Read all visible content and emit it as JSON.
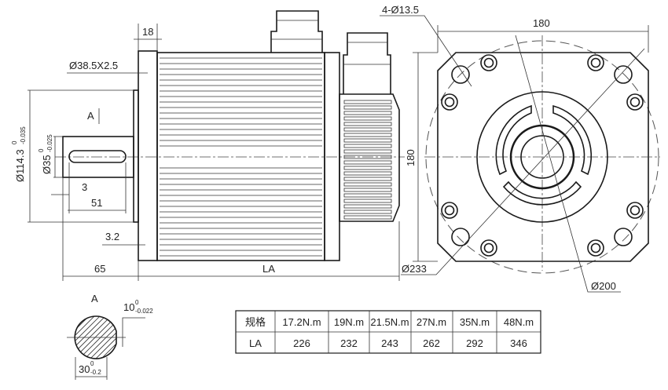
{
  "title": "Servo motor outline dimensions",
  "side_view": {
    "flange_thickness": "18",
    "chamfer": "Ø38.5X2.5",
    "pilot_diameter": "Ø114.3",
    "pilot_tol_upper": "0",
    "pilot_tol_lower": "-0.035",
    "shaft_diameter": "Ø35",
    "shaft_tol_upper": "0",
    "shaft_tol_lower": "-0.025",
    "key_offset": "3",
    "key_length": "51",
    "pilot_depth": "3.2",
    "shaft_length": "65",
    "body_length": "LA",
    "view_marker": "A"
  },
  "front_view": {
    "width": "180",
    "height": "180",
    "holes": "4-Ø13.5",
    "outer_circle": "Ø233",
    "bolt_circle": "Ø200"
  },
  "section_a": {
    "label": "A",
    "key_width": "10",
    "key_tol_upper": "0",
    "key_tol_lower": "-0.022",
    "key_depth": "30",
    "key_depth_tol_upper": "0",
    "key_depth_tol_lower": "-0.2"
  },
  "table": {
    "header": [
      "规格",
      "17.2N.m",
      "19N.m",
      "21.5N.m",
      "27N.m",
      "35N.m",
      "48N.m"
    ],
    "row": [
      "LA",
      "226",
      "232",
      "243",
      "262",
      "292",
      "346"
    ]
  }
}
